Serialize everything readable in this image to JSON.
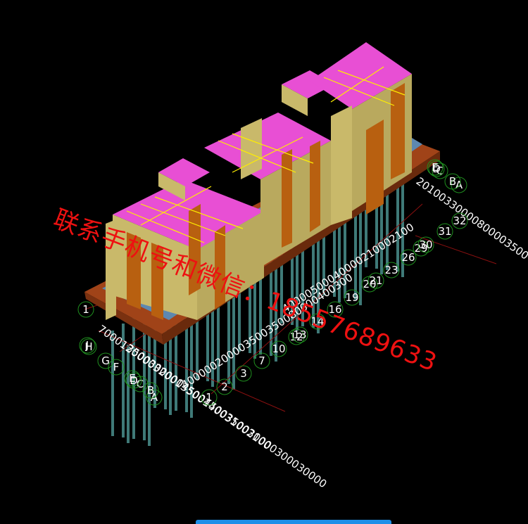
{
  "watermark": {
    "text": "联系手机号和微信：18557689633"
  },
  "dimension_strings": {
    "left_lower": "350030000045004500350030000300030000",
    "left_upper": "7000120000320013500140031002100",
    "right_lower": "400000200003500350080000400300",
    "right_upper": "40000500040000210002100",
    "right_end": "20100330000800003500"
  },
  "axis_labels": {
    "bottom": [
      "1",
      "2",
      "3",
      "7",
      "10",
      "12",
      "13",
      "14",
      "16",
      "19",
      "20",
      "21",
      "23",
      "26",
      "29",
      "30",
      "31",
      "32"
    ],
    "left": [
      "A",
      "B",
      "C",
      "D",
      "E",
      "F",
      "G",
      "H",
      "J",
      "1"
    ],
    "right": [
      "A",
      "B",
      "C",
      "D",
      "E"
    ]
  },
  "colors": {
    "background": "#000000",
    "wall": "#c9b96a",
    "pink_slab": "#e84fd4",
    "orange_shear": "#b86010",
    "foundation": "#a04318",
    "pile": "#3f7a78",
    "axis_line": "#8b1010",
    "watermark": "#ee1111",
    "scroll_bar": "#1e8fe8"
  }
}
